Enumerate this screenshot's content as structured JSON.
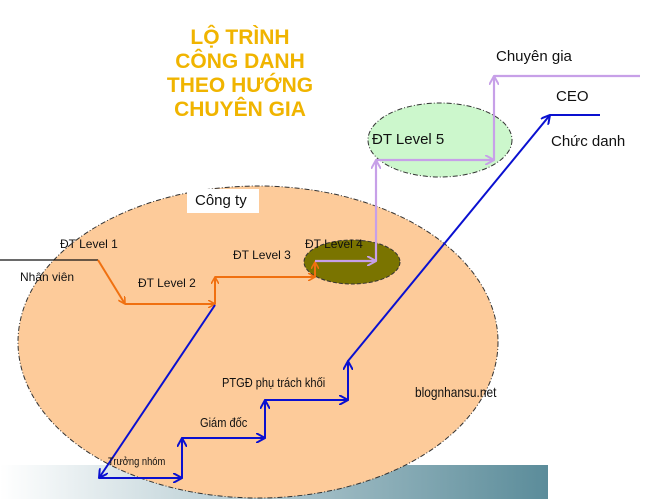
{
  "title": [
    "LỘ TRÌNH",
    "CÔNG DANH",
    "THEO HƯỚNG",
    "CHUYÊN GIA"
  ],
  "labels": {
    "company": "Công ty",
    "level1": "ĐT Level 1",
    "level2": "ĐT Level 2",
    "level3": "ĐT Level 3",
    "level4": "ĐT Level 4",
    "level5": "ĐT Level 5",
    "staff": "Nhân viên",
    "expert": "Chuyên gia",
    "ceo": "CEO",
    "position": "Chức danh",
    "team_lead": "Trưởng nhóm",
    "director": "Giám đốc",
    "deputy_ceo": "PTGĐ phụ trách khối",
    "watermark": "blognhansu.net"
  },
  "colors": {
    "title": "#f0b400",
    "company_fill": "#fdcb9a",
    "level4_fill": "#7a7400",
    "level5_fill": "#ccf7cc",
    "specialist_path": "#c7a0e8",
    "training_path": "#f07010",
    "management_path": "#0a10d0"
  }
}
